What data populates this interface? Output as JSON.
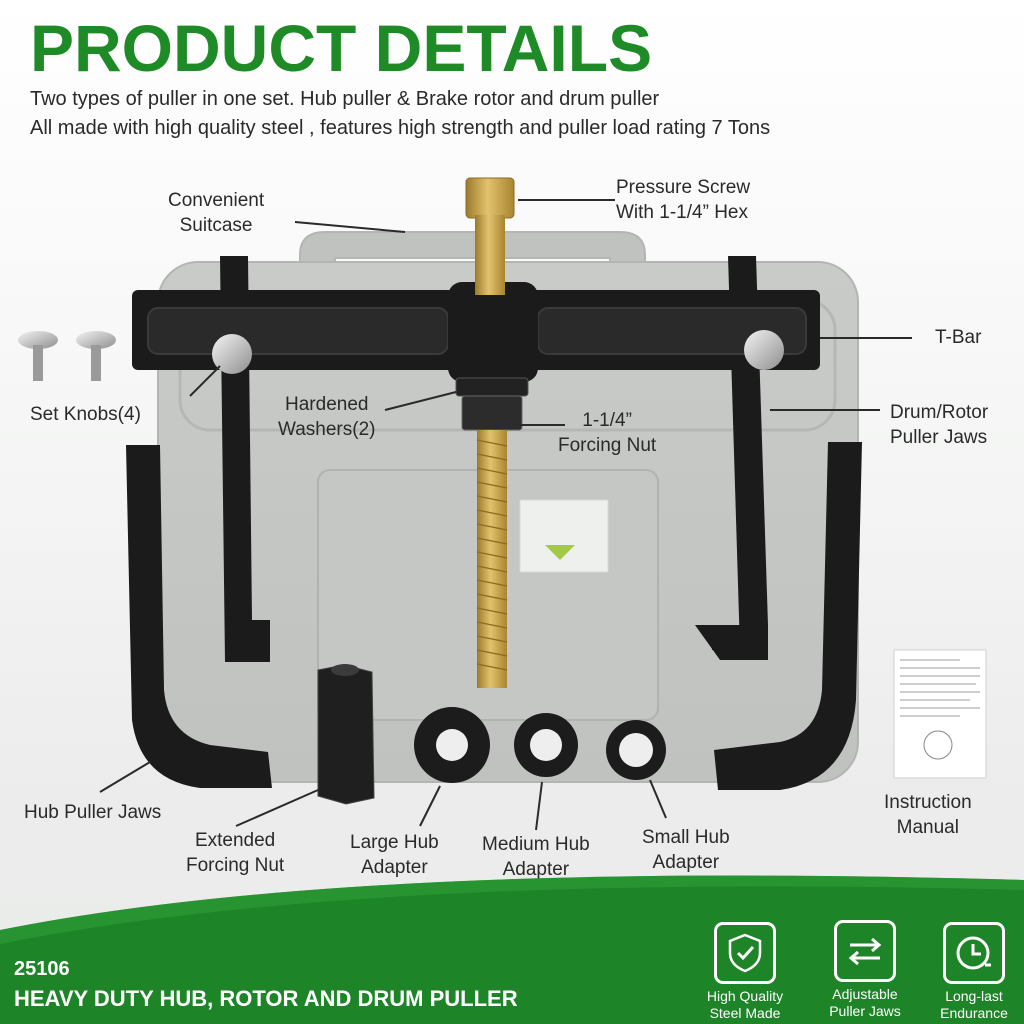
{
  "header": {
    "title": "PRODUCT DETAILS",
    "subtitle_line1": "Two types of puller in one set. Hub puller & Brake rotor and drum puller",
    "subtitle_line2": "All made with high quality steel , features high strength and puller load rating 7 Tons"
  },
  "labels": {
    "suitcase": {
      "line1": "Convenient",
      "line2": "Suitcase"
    },
    "pressure_screw": {
      "line1": "Pressure Screw",
      "line2": "With 1-1/4” Hex"
    },
    "t_bar": {
      "line1": "T-Bar"
    },
    "set_knobs": {
      "line1": "Set Knobs(4)"
    },
    "hardened_washers": {
      "line1": "Hardened",
      "line2": "Washers(2)"
    },
    "forcing_nut": {
      "line1": "1-1/4”",
      "line2": "Forcing Nut"
    },
    "drum_rotor_jaws": {
      "line1": "Drum/Rotor",
      "line2": "Puller Jaws"
    },
    "hub_puller_jaws": {
      "line1": "Hub Puller Jaws"
    },
    "extended_forcing_nut": {
      "line1": "Extended",
      "line2": "Forcing Nut"
    },
    "large_hub_adapter": {
      "line1": "Large Hub",
      "line2": "Adapter"
    },
    "medium_hub_adapter": {
      "line1": "Medium Hub",
      "line2": "Adapter"
    },
    "small_hub_adapter": {
      "line1": "Small Hub",
      "line2": "Adapter"
    },
    "instruction_manual": {
      "line1": "Instruction",
      "line2": "Manual"
    }
  },
  "footer": {
    "model": "25106",
    "product_name": "HEAVY DUTY HUB, ROTOR AND DRUM PULLER",
    "features": [
      {
        "icon": "shield-check-icon",
        "line1": "High Quality",
        "line2": "Steel Made"
      },
      {
        "icon": "double-arrow-icon",
        "line1": "Adjustable",
        "line2": "Puller Jaws"
      },
      {
        "icon": "clock-icon",
        "line1": "Long-last",
        "line2": "Endurance"
      }
    ]
  },
  "colors": {
    "brand_green": "#1e8b26",
    "footer_green": "#1d8427",
    "tool_black": "#1b1b1b",
    "screw_gold": "#c9a24a"
  }
}
